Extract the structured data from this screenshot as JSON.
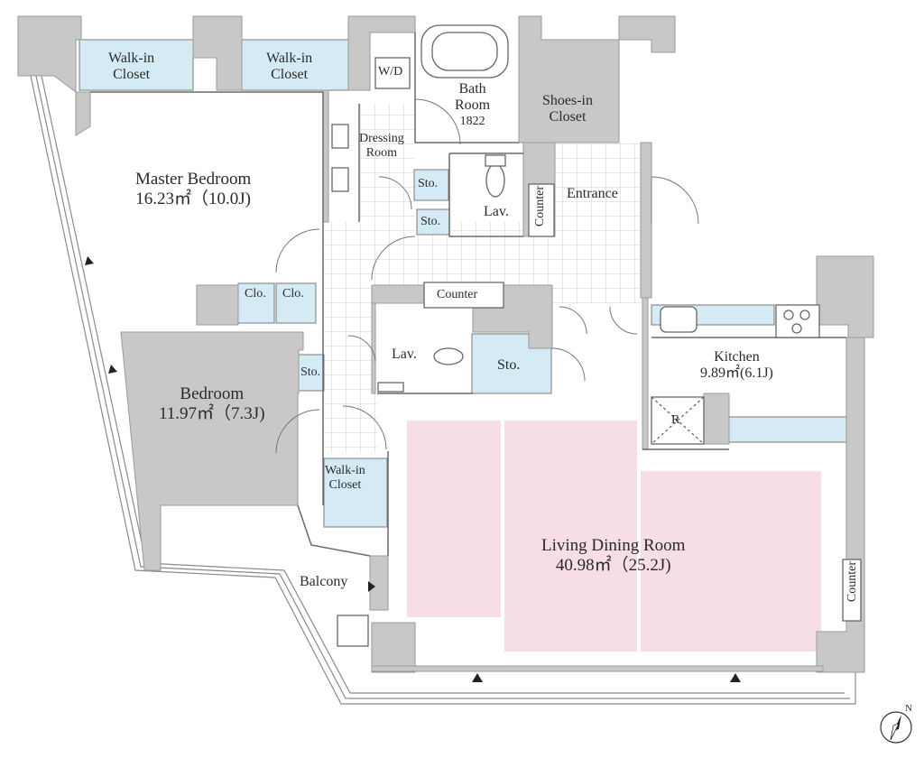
{
  "rooms": {
    "master_bedroom": {
      "name": "Master Bedroom",
      "area": "16.23㎡（10.0J)"
    },
    "bedroom": {
      "name": "Bedroom",
      "area": "11.97㎡（7.3J)"
    },
    "living_dining": {
      "name": "Living Dining Room",
      "area": "40.98㎡（25.2J)"
    },
    "kitchen": {
      "name": "Kitchen",
      "area": "9.89㎡(6.1J)"
    },
    "bath": {
      "name_line1": "Bath",
      "name_line2": "Room",
      "size": "1822"
    },
    "dressing": {
      "name_line1": "Dressing",
      "name_line2": "Room"
    },
    "entrance": {
      "name": "Entrance"
    },
    "balcony": {
      "name": "Balcony"
    }
  },
  "storage": {
    "walkin_1": {
      "line1": "Walk-in",
      "line2": "Closet"
    },
    "walkin_2": {
      "line1": "Walk-in",
      "line2": "Closet"
    },
    "walkin_3": {
      "line1": "Walk-in",
      "line2": "Closet"
    },
    "shoes_in": {
      "line1": "Shoes-in",
      "line2": "Closet"
    },
    "clo_1": "Clo.",
    "clo_2": "Clo.",
    "sto_1": "Sto.",
    "sto_2": "Sto.",
    "sto_3": "Sto.",
    "sto_4": "Sto."
  },
  "fixtures": {
    "wd": "W/D",
    "lav_1": "Lav.",
    "lav_2": "Lav.",
    "counter_center": "Counter",
    "counter_entrance": "Counter",
    "counter_living": "Counter",
    "refrigerator": "R"
  },
  "colors": {
    "wall": "#c8c8c9",
    "wall_stroke": "#9a9a9a",
    "storage": "#d4ebf5",
    "living_zone": "#f7dde8",
    "line": "#555555",
    "tile": "#d8d8d8"
  },
  "compass": {
    "label": "N"
  }
}
